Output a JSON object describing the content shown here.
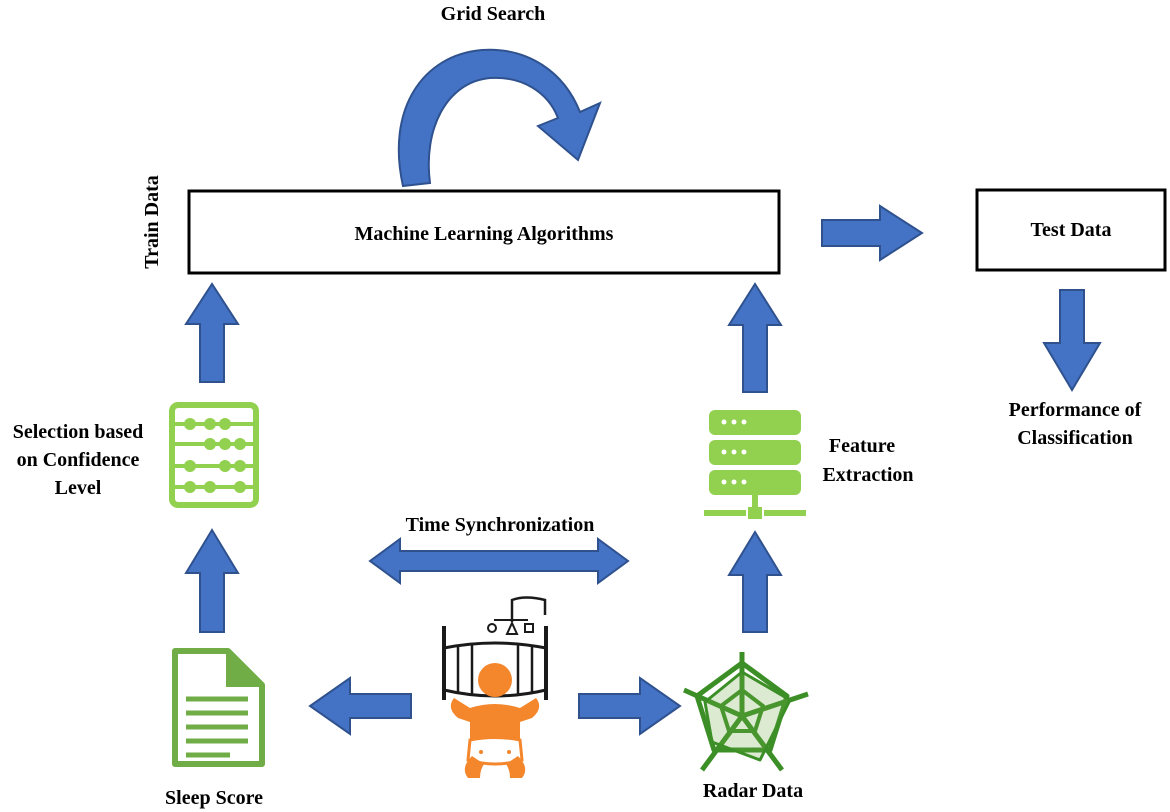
{
  "diagram": {
    "grid_search": "Grid Search",
    "train_data": "Train Data",
    "ml_box": "Machine Learning Algorithms",
    "test_box": "Test Data",
    "performance": [
      "Performance of",
      "Classification"
    ],
    "selection": [
      "Selection based",
      "on Confidence",
      "Level"
    ],
    "feature": [
      "Feature",
      "Extraction"
    ],
    "time_sync": "Time Synchronization",
    "sleep_score": "Sleep Score",
    "radar_data": "Radar Data"
  },
  "colors": {
    "arrow_fill": "#4472c4",
    "arrow_stroke": "#2f528f",
    "icon_green_light": "#92d050",
    "icon_green_mid": "#70ad47",
    "icon_green_dark": "#3c8f26",
    "baby_orange": "#f4862c",
    "crib_black": "#1a1a1a",
    "box_border": "#000000"
  },
  "icons": [
    "curved-arrow-icon",
    "abacus-icon",
    "server-icon",
    "document-icon",
    "baby-crib-icon",
    "radar-chart-icon"
  ]
}
